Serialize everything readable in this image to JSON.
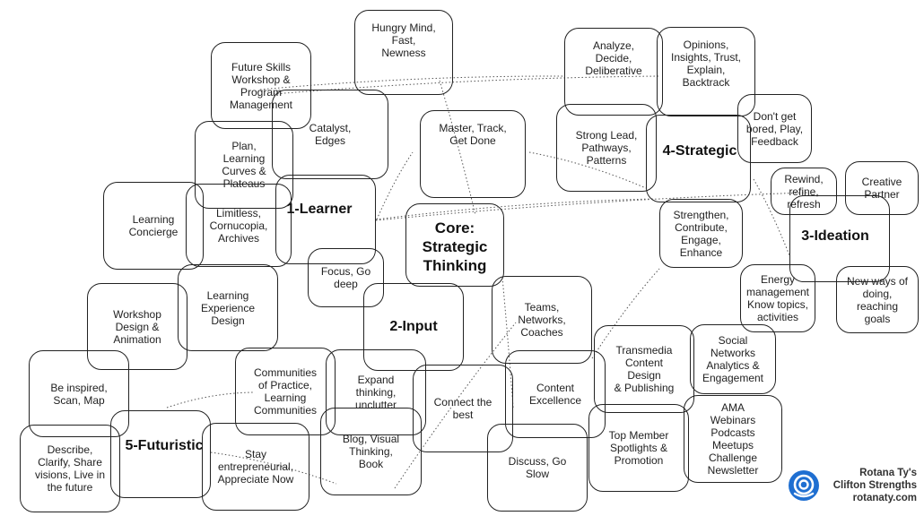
{
  "diagram": {
    "nodes": [
      {
        "id": "hungry",
        "text": "Hungry Mind,\nFast,\nNewness"
      },
      {
        "id": "future-skills",
        "text": "Future Skills\nWorkshop &\nProgram\nManagement"
      },
      {
        "id": "catalyst",
        "text": "Catalyst,\nEdges"
      },
      {
        "id": "plan",
        "text": "Plan,\nLearning\nCurves &\nPlateaus"
      },
      {
        "id": "concierge",
        "text": "Learning\nConcierge"
      },
      {
        "id": "limitless",
        "text": "Limitless,\nCornucopia,\nArchives"
      },
      {
        "id": "learner-box",
        "text": ""
      },
      {
        "id": "master",
        "text": "Master, Track,\nGet Done"
      },
      {
        "id": "core-box",
        "text": ""
      },
      {
        "id": "analyze",
        "text": "Analyze,\nDecide,\nDeliberative"
      },
      {
        "id": "opinions",
        "text": "Opinions,\nInsights, Trust,\nExplain,\nBacktrack"
      },
      {
        "id": "strong-lead",
        "text": "Strong Lead,\nPathways,\nPatterns"
      },
      {
        "id": "strategic-box",
        "text": ""
      },
      {
        "id": "dont-get-bored",
        "text": "Don't get\nbored, Play,\nFeedback"
      },
      {
        "id": "rewind",
        "text": "Rewind,\nrefine,\nrefresh"
      },
      {
        "id": "creative",
        "text": "Creative\nPartner"
      },
      {
        "id": "ideation-box",
        "text": ""
      },
      {
        "id": "strengthen",
        "text": "Strengthen,\nContribute,\nEngage,\nEnhance"
      },
      {
        "id": "energy",
        "text": "Energy\nmanagement\nKnow topics,\nactivities"
      },
      {
        "id": "new-ways",
        "text": "New ways of\ndoing,\nreaching\ngoals"
      },
      {
        "id": "focus",
        "text": "Focus, Go\ndeep"
      },
      {
        "id": "input-box",
        "text": ""
      },
      {
        "id": "teams",
        "text": "Teams,\nNetworks,\nCoaches"
      },
      {
        "id": "learning-exp",
        "text": "Learning\nExperience\nDesign"
      },
      {
        "id": "workshop",
        "text": "Workshop\nDesign &\nAnimation"
      },
      {
        "id": "be-inspired",
        "text": "Be inspired,\nScan, Map"
      },
      {
        "id": "communities",
        "text": "Communities\nof Practice,\nLearning\nCommunities"
      },
      {
        "id": "expand",
        "text": "Expand\nthinking,\nunclutter"
      },
      {
        "id": "connect",
        "text": "Connect the\nbest"
      },
      {
        "id": "content-exc",
        "text": "Content\nExcellence"
      },
      {
        "id": "transmedia",
        "text": "Transmedia\nContent\nDesign\n& Publishing"
      },
      {
        "id": "social",
        "text": "Social\nNetworks\nAnalytics &\nEngagement"
      },
      {
        "id": "futuristic-box",
        "text": ""
      },
      {
        "id": "describe",
        "text": "Describe,\nClarify, Share\nvisions, Live in\nthe future"
      },
      {
        "id": "entrepreneurial",
        "text": "Stay entrepreneurial,\nAppreciate Now"
      },
      {
        "id": "blog",
        "text": "Blog, Visual\nThinking,\nBook"
      },
      {
        "id": "discuss",
        "text": "Discuss, Go\nSlow"
      },
      {
        "id": "top-member",
        "text": "Top Member\nSpotlights &\nPromotion"
      },
      {
        "id": "ama",
        "text": "AMA\nWebinars\nPodcasts\nMeetups\nChallenge\nNewsletter"
      }
    ],
    "labels": [
      {
        "id": "learner",
        "text": "1-Learner"
      },
      {
        "id": "core",
        "text": "Core:\nStrategic\nThinking"
      },
      {
        "id": "strategic",
        "text": "4-Strategic"
      },
      {
        "id": "ideation",
        "text": "3-Ideation"
      },
      {
        "id": "input",
        "text": "2-Input"
      },
      {
        "id": "futuristic",
        "text": "5-Futuristic"
      }
    ],
    "line_color": "#555555",
    "border_color": "#222222"
  },
  "brand": {
    "name": "Rotana Ty's",
    "subtitle": "Clifton Strengths",
    "site": "rotanaty.com",
    "logo_icon": "concentric-circle-logo-icon",
    "logo_color": "#1f6fd1"
  }
}
